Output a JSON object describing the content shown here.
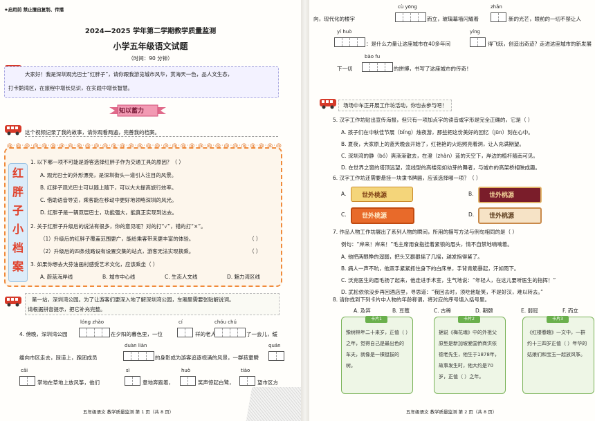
{
  "p1": {
    "confidential": "★启用前  禁止擅自复制、传播",
    "exam_title": "2024—2025 学年第二学期教学质量监测",
    "subject_title": "小学五年级语文试题",
    "duration": "（时间：90 分钟）",
    "intro_1": "大家好！我是深圳观光巴士“红胖子”，请你跟我游览城市风华，赏海天一色，品人文生态，",
    "intro_2": "打卡鹅湾区，在旅程中增长见识，在实践中增长智慧。",
    "ribbon": "知以蓄力",
    "note": "这个视频记录了我的故事，请你观看两遍，完善我的档案。",
    "side_label": [
      "红",
      "胖",
      "子",
      "小",
      "档",
      "案"
    ],
    "q1": "1.  以下哪一项不可能是游客选择红胖子作为交通工具的原因？（     ）",
    "q1_opts": [
      "A. 观光巴士的外形漂亮，是深圳街头一道引人注目的风景。",
      "B. 红胖子观光巴士可以随上随下，可以大大提高旅行效率。",
      "C. 借助语音导览，乘客能在移动中更好地领略深圳的风光。",
      "D. 红胖子是一辆双层巴士，功能强大，能真正实现到达去。"
    ],
    "q2": "2.  关于红胖子升级后的说法有很多，你的意见呢？对的打“√”，错的打“×”。",
    "q2_1": "（1）升级后的红胖子覆盖范围更广，能给乘客带来更丰富的体验。",
    "q2_2": "（2）升级后的四条线路设有设置交集的站点，游客无法实现换乘。",
    "q2_bracket": "（        ）",
    "q3": "3.  如果你想去大芬油画村感受艺术文化，应该乘坐（     ）",
    "q3_opts": [
      "A. 蔚蓝海岸线",
      "B. 城市中心线",
      "C. 生态人文线",
      "D. 魅力湾区线"
    ],
    "stop1_1": "第一站，深圳湾公园。为了让游客们更深入地了解深圳湾公园，车厢里需要张贴解说词。",
    "stop1_2": "请根据拼音提示，把它补充完整。",
    "q4_line1": [
      "4.  傍晚，深圳湾公园",
      "在夕阳的暮色里，一位",
      "祥的老人",
      "了一会儿，缓"
    ],
    "q4_line2": [
      "缓向市区走去，踩道上，跑团成员",
      "的身影成为游客追逐视涌的风景，一群孩童瞬",
      ""
    ],
    "q4_line3": [
      "掌地在草地上放风筝，他们",
      "意地奔跑着，",
      "笑声惊起白鹭，",
      "望市区方"
    ],
    "pinyin_q4": [
      "lóng zhào",
      "cí",
      "chóu chú",
      "duàn liàn",
      "quán",
      "cǎi",
      "sì",
      "huò",
      "tiào"
    ],
    "footer": "五年级语文  教学质量监测  第 1 页（共 8 页）"
  },
  "p2": {
    "line1": [
      "向，现代化的楼宇",
      "而立，玻璃幕墙闪耀着",
      "新的光芒，眼前的一切不禁让人"
    ],
    "line2": [
      "：是什么力量让这座城市在40多年间",
      "得飞跃，创造出奇迹？走进这座城市的新发展"
    ],
    "line3": [
      "下一切",
      "的拼搏，书写了这座城市的传奇！"
    ],
    "pinyin_top": [
      "cù yōng",
      "zhǎn",
      "yí huò",
      "yíng",
      "bào fu"
    ],
    "activity": "场场中车正开展工作坊活动，你也去参与吧！",
    "q5": "5.  汉字工作坊贴出宣传海报，但只有一项加点字的读音或字形是完全正确的，它是（     ）",
    "q5_opts": [
      "A. 孩子们在中秋佳节展（bǐng）烛夜游，那些把这份美好的回忆（jūn）刻在心中。",
      "B. 夏夜，大家原上的蓝天晚会开始了，红艳艳的火焰照亮着洞，让人充满期望。",
      "C. 深圳湾的静（bó）爽渐渐散去，在澄（zhàn）蓝的天空下，岸边的植杆随南可见。",
      "D. 在世界之窗的塔顶远望，流线型的高楼宛如幼芽的舞者，与城市的高架桥相映成趣。"
    ],
    "q6": "6.  汉字工作坊还需要悬挂一块隶书牌匾，应该选择哪一项？（     ）",
    "q6_letters": [
      "A.",
      "B.",
      "C.",
      "D."
    ],
    "q6_banners": [
      "世外桃源",
      "世外桃源",
      "世外桃源",
      "世外桃源"
    ],
    "q7": "7.  作品人物工作坊展出了系列人物的瞬间，所用的描写方法与例句相同的是（     ）",
    "q7_example": "例句：“岸来！岸来！”毛主席用食指挂着紧锁的眉头，情不自禁地喃喃着。",
    "q7_opts": [
      "A. 他把两眼睁的溜圆，把头又狠狠摇了几摇，越发指得紧了。",
      "B. 病人一声不吭，他双手紧紧抓住身下的白床单，手背青筋暴起，汗如雨下。",
      "C. 沃克医生的眉毛扬了起来，他走进手术室，生气地说：“年轻人，在这儿要听医生的指挥！”",
      "D. 武松依依没步再回酒店里，寻思道：“我回去时，须吃他耻笑，不是好汉，难以转去。”"
    ],
    "q8": "8.  请你找到下列卡片中人物的年龄称谓，将对应的序号填入括号里。",
    "q8_opts": [
      "A. 及笄",
      "B. 豆蔻",
      "C. 古稀",
      "D. 期颐",
      "E. 弱冠",
      "F. 而立"
    ],
    "card_tags": [
      "卡片1",
      "卡片2",
      "卡片3"
    ],
    "cards": [
      "豫树林年二十来岁，正值（     ）之年，觉得自己是最出色的车夫，就像是一棵挺拔的树。",
      "据说《梅花魂》中的外祖父原型是新加坡爱国侨商洪依德老先生，他生于1878年，故事发生时，他大约是70岁，正值（     ）之年。",
      "《红楼春趣》一文中，一群约十三四岁正值（     ）年华的姑娘们和宝玉一起放风筝。"
    ],
    "footer": "五年级语文  教学质量监测  第 2 页（共 8 页）"
  },
  "colors": {
    "accent": "#e0402a",
    "orange": "#f08a3a",
    "green": "#6ab04c",
    "blue": "#9cc4e4"
  }
}
